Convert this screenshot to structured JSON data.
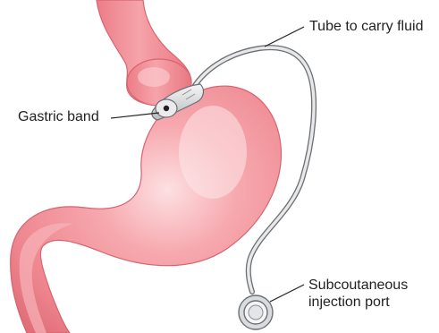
{
  "labels": {
    "tube": "Tube to carry fluid",
    "band": "Gastric band",
    "port_line1": "Subcoutaneous",
    "port_line2": "injection port"
  },
  "colors": {
    "stomach_fill": "#f18f97",
    "stomach_highlight": "#fde0e2",
    "stomach_shadow": "#e06f79",
    "stomach_outline": "#d8646f",
    "device": "#d9dcdf",
    "device_outline": "#6d6e71",
    "leader_line": "#231f20",
    "text": "#231f20"
  },
  "icons": {
    "stomach": "stomach-illustration",
    "band": "gastric-band",
    "tube": "tube",
    "port": "injection-port"
  }
}
